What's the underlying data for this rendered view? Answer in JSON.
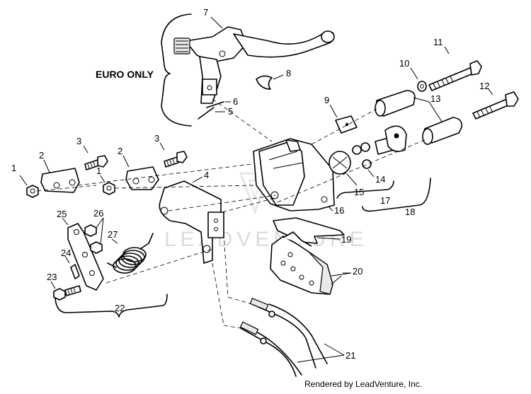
{
  "section_label": "EURO ONLY",
  "watermark": "LEADVENTURE",
  "footer": "Rendered by LeadVenture, Inc.",
  "callouts": {
    "c1a": "1",
    "c1b": "1",
    "c2a": "2",
    "c2b": "2",
    "c3a": "3",
    "c3b": "3",
    "c4": "4",
    "c5": "5",
    "c6": "6",
    "c7": "7",
    "c8": "8",
    "c9": "9",
    "c10": "10",
    "c11": "11",
    "c12": "12",
    "c13": "13",
    "c14": "14",
    "c15": "15",
    "c16": "16",
    "c17": "17",
    "c18": "18",
    "c19": "19",
    "c20": "20",
    "c21": "21",
    "c22": "22",
    "c23": "23",
    "c24": "24",
    "c25": "25",
    "c26": "26",
    "c27": "27"
  }
}
